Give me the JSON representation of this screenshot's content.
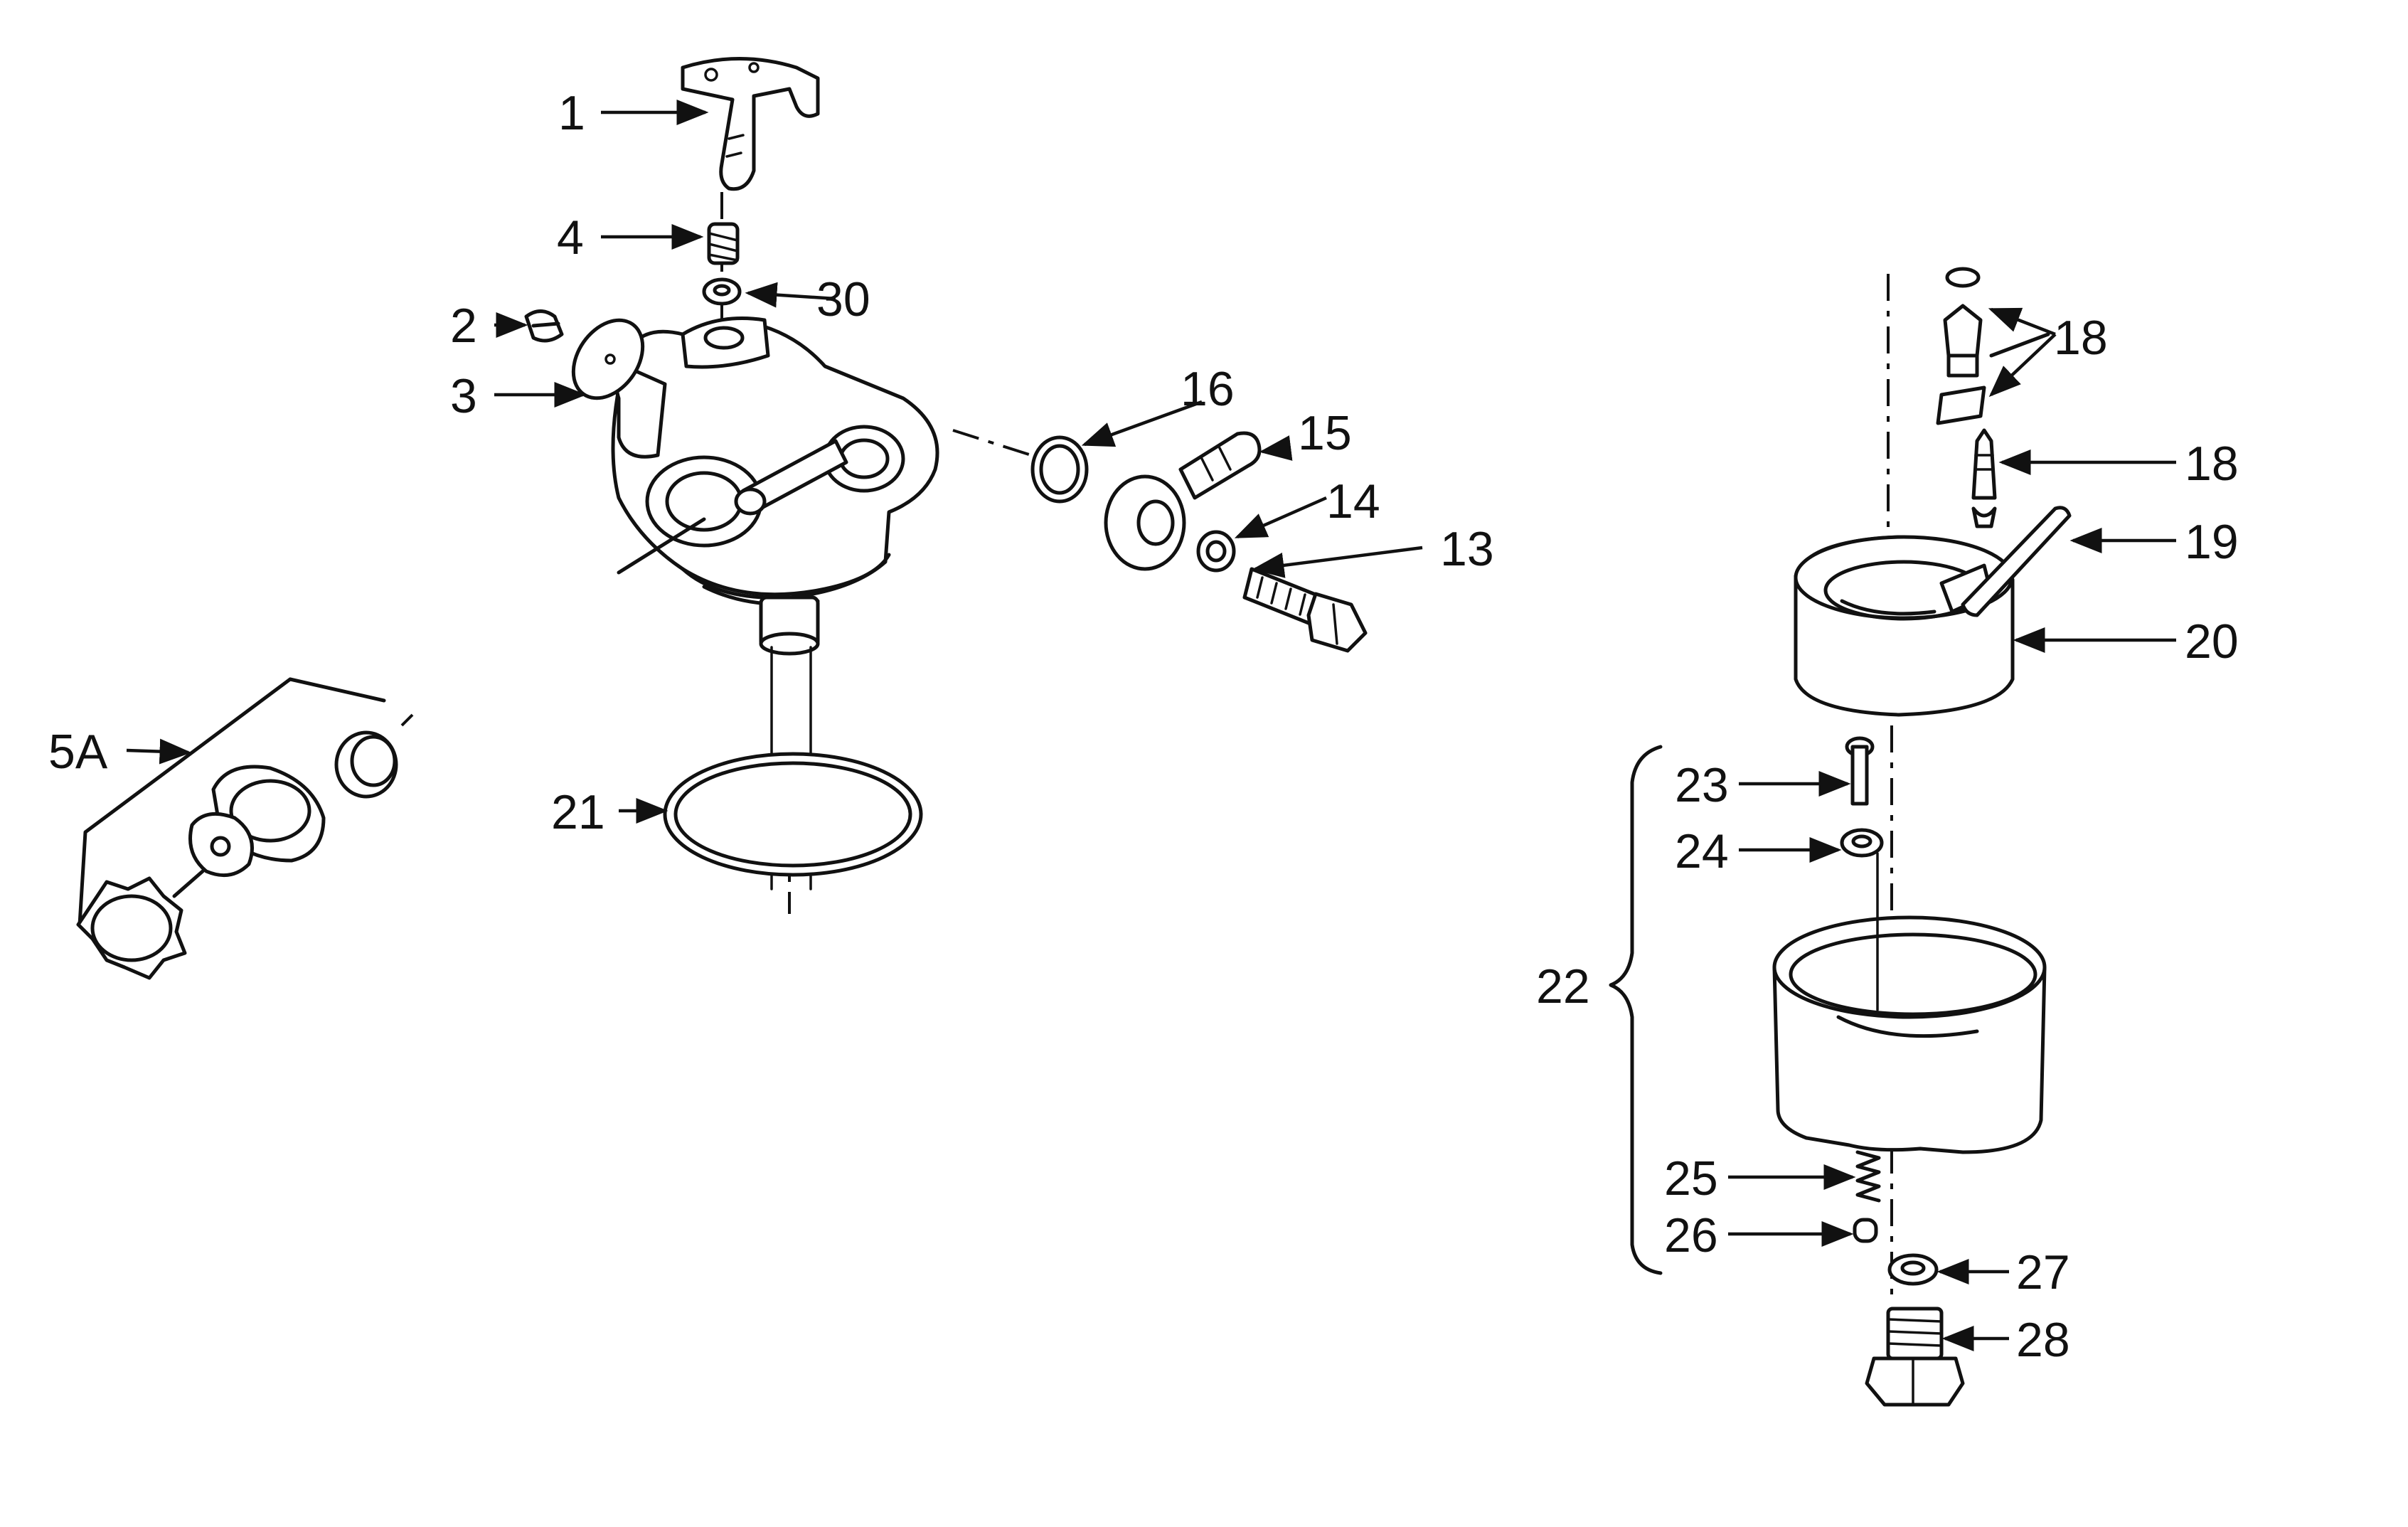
{
  "labels": {
    "p1": "1",
    "p2": "2",
    "p3": "3",
    "p4": "4",
    "p5a": "5A",
    "p13": "13",
    "p14": "14",
    "p15": "15",
    "p16": "16",
    "p18a": "18",
    "p18b": "18",
    "p19": "19",
    "p20": "20",
    "p21": "21",
    "p22": "22",
    "p23": "23",
    "p24": "24",
    "p25": "25",
    "p26": "26",
    "p27": "27",
    "p28": "28",
    "p30": "30"
  },
  "colors": {
    "ink": "#111111",
    "paper": "#ffffff"
  }
}
